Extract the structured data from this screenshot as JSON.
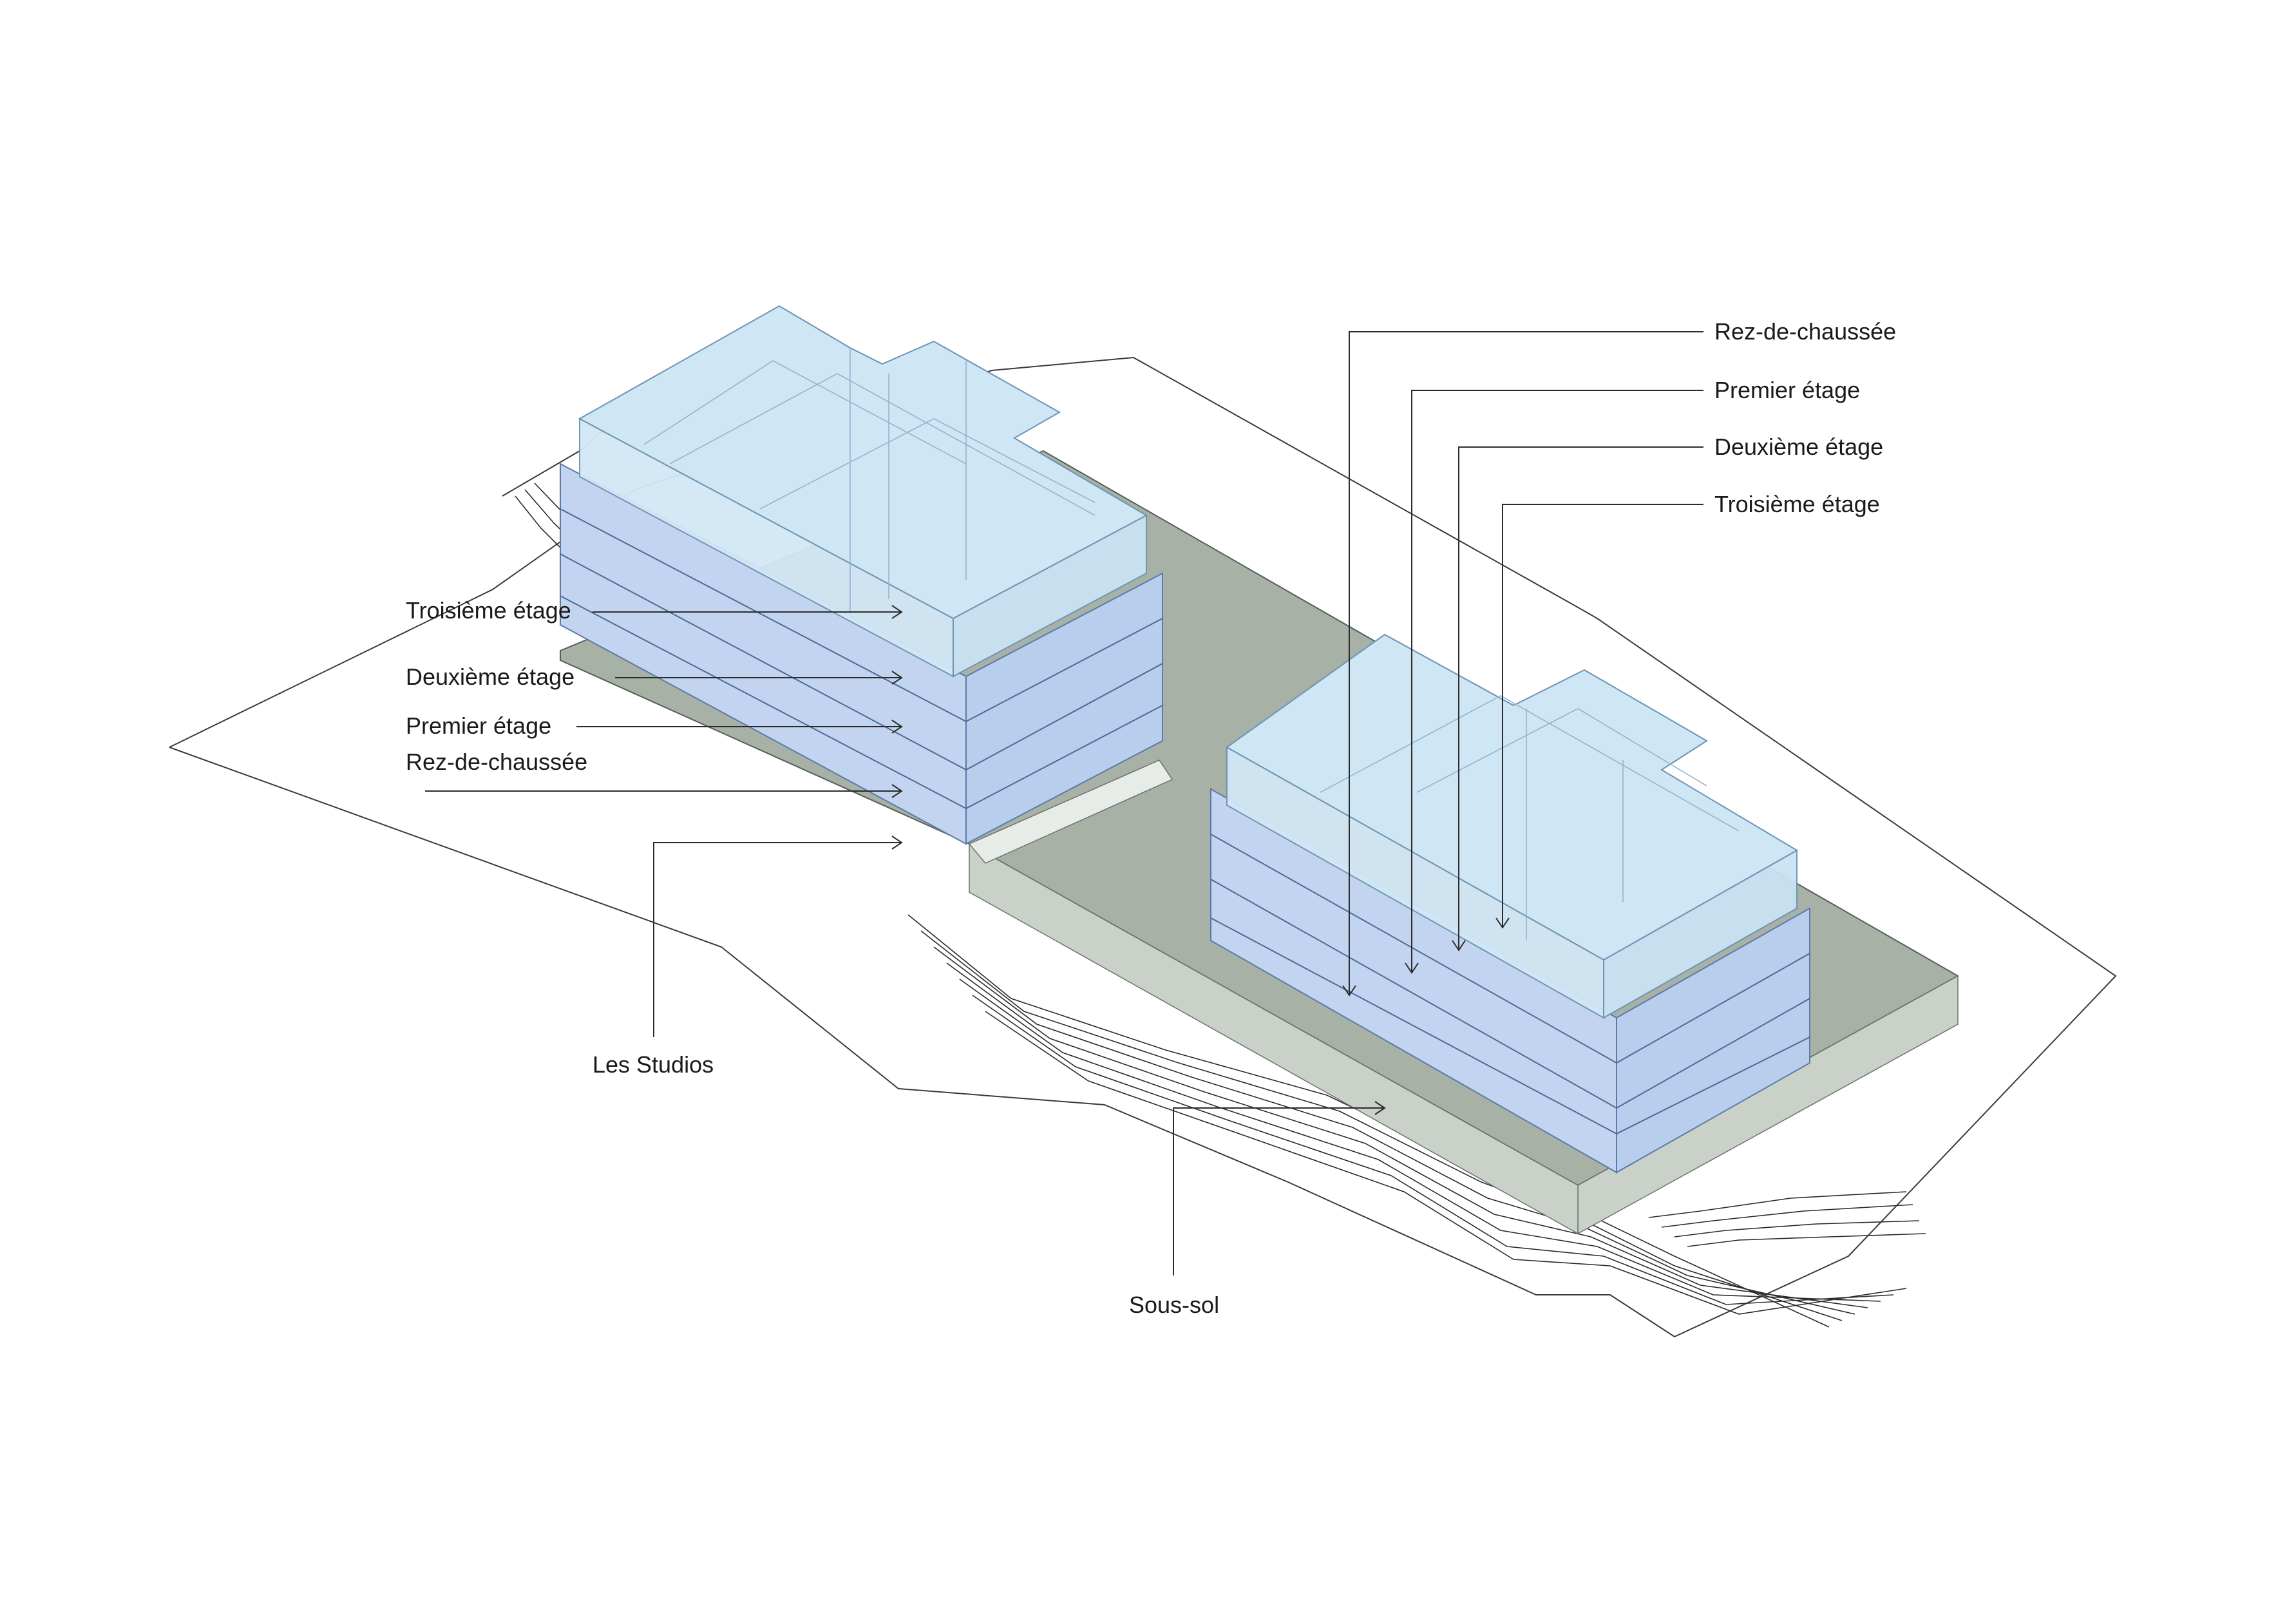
{
  "labels": {
    "left_building": {
      "troisieme": "Troisième étage",
      "deuxieme": "Deuxième étage",
      "premier": "Premier étage",
      "rez": "Rez-de-chaussée"
    },
    "right_building": {
      "rez": "Rez-de-chaussée",
      "premier": "Premier étage",
      "deuxieme": "Deuxième étage",
      "troisieme": "Troisième étage"
    },
    "studios": "Les Studios",
    "sous_sol": "Sous-sol"
  },
  "colors": {
    "ground": "#a8b1a6",
    "facade_blue": "#c2d4ef",
    "upper_blue": "#d2e7f5",
    "line": "#2b2b2b"
  }
}
